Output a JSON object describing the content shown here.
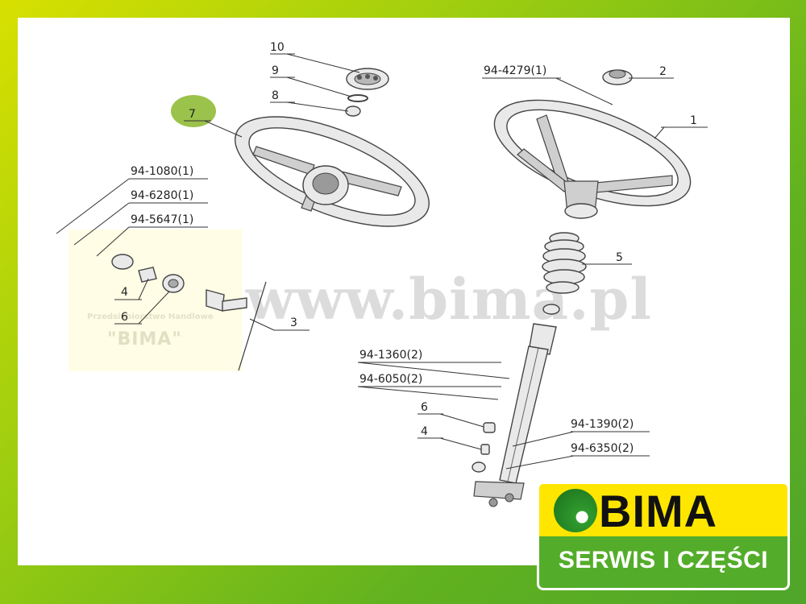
{
  "watermark": {
    "site": "www.bima.pl",
    "stamp_company": "Przedsiębiorstwo Handlowe",
    "stamp_name": "\"BIMA\""
  },
  "logo": {
    "name": "BIMA",
    "tagline": "SERWIS I CZĘŚCI",
    "colors": {
      "yellow": "#ffe600",
      "green": "#54ad2a"
    }
  },
  "callouts": {
    "c10": "10",
    "c9": "9",
    "c8": "8",
    "c7": "7",
    "c2": "2",
    "c1": "1",
    "c5": "5",
    "c3": "3",
    "c4_left": "4",
    "c6_left": "6",
    "c6_right": "6",
    "c4_right": "4",
    "p94_4279": "94-4279(1)",
    "p94_1080": "94-1080(1)",
    "p94_6280": "94-6280(1)",
    "p94_5647": "94-5647(1)",
    "p94_1360": "94-1360(2)",
    "p94_6050": "94-6050(2)",
    "p94_1390": "94-1390(2)",
    "p94_6350": "94-6350(2)"
  },
  "highlight": {
    "callout": "7",
    "color": "#9bc24b"
  }
}
